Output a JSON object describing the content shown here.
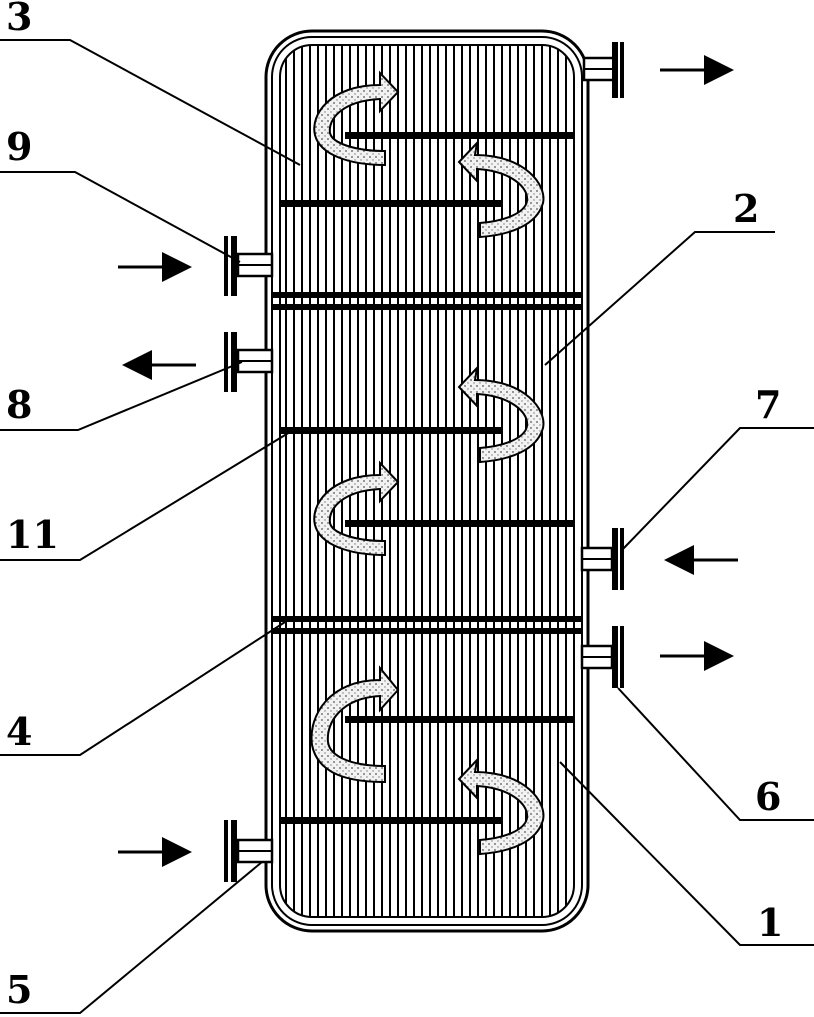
{
  "labels": {
    "l1": "1",
    "l2": "2",
    "l3": "3",
    "l4": "4",
    "l5": "5",
    "l6": "6",
    "l7": "7",
    "l8": "8",
    "l9": "9",
    "l11": "11"
  },
  "colors": {
    "ink": "#000000",
    "arrow_fill": "#e8e8e8",
    "background": "#ffffff"
  }
}
